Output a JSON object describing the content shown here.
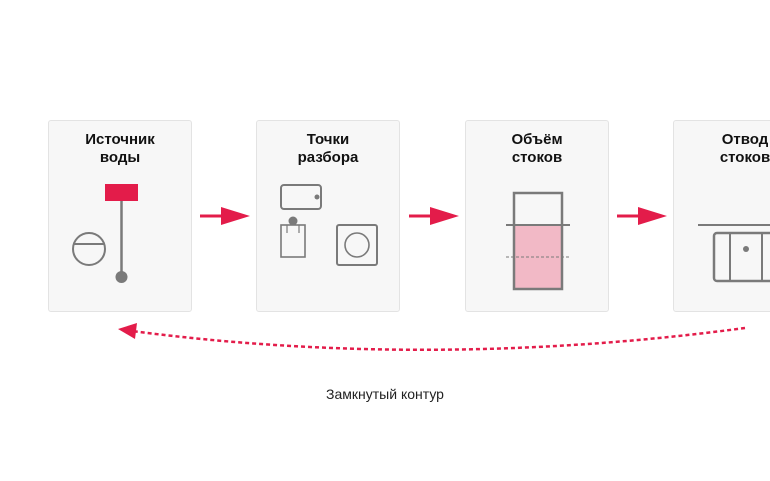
{
  "colors": {
    "accent": "#e31c4a",
    "stroke": "#7a7a7a",
    "fill_light": "#f2b9c6"
  },
  "cards": [
    {
      "line1": "Источник",
      "line2": "воды"
    },
    {
      "line1": "Точки",
      "line2": "разбора"
    },
    {
      "line1": "Объём",
      "line2": "стоков"
    },
    {
      "line1": "Отвод",
      "line2": "стоков"
    }
  ],
  "loop_caption": "Замкнутый контур"
}
